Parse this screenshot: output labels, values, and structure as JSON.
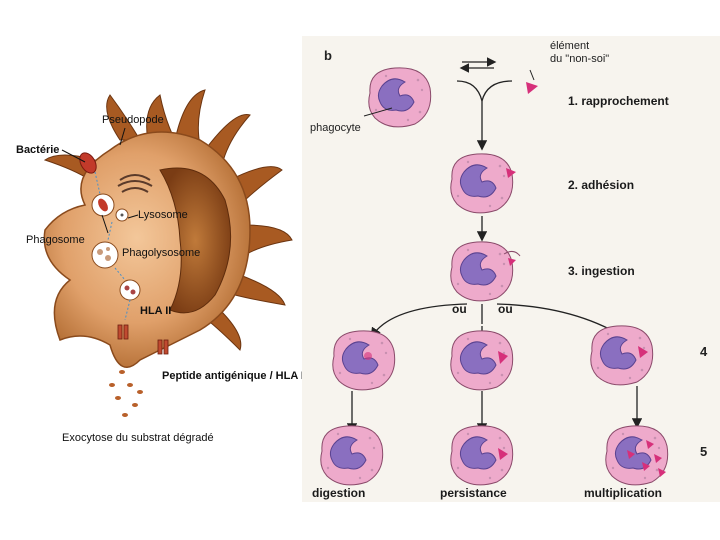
{
  "left_diagram": {
    "labels": {
      "pseudopode": "Pseudopode",
      "bacterie": "Bactérie",
      "lysosome": "Lysosome",
      "phagosome": "Phagosome",
      "phagolysosome": "Phagolysosome",
      "hla": "HLA II",
      "peptide": "Peptide antigénique / HLA II",
      "exocytose": "Exocytose du substrat dégradé"
    }
  },
  "right_diagram": {
    "panel_letter": "b",
    "element_line1": "élément",
    "element_line2": "du \"non-soi\"",
    "phagocyte": "phagocyte",
    "steps": [
      {
        "label": "1. rapprochement"
      },
      {
        "label": "2. adhésion"
      },
      {
        "label": "3. ingestion"
      }
    ],
    "or_left": "ou",
    "or_right": "ou",
    "num_4": "4",
    "num_5": "5",
    "outcomes": [
      "digestion",
      "persistance",
      "multiplication"
    ]
  },
  "colors": {
    "cell_brown": "#b5652a",
    "cell_brown_dark": "#7a3c14",
    "phagocyte_pink": "#e8a8c6",
    "nucleus_purple": "#8a6fc0",
    "foreign_magenta": "#d6307a",
    "arrow": "#222222"
  }
}
